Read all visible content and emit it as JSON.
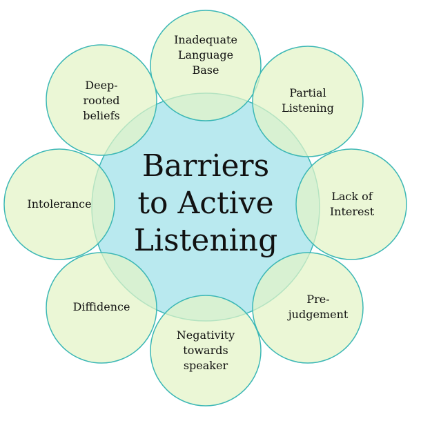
{
  "diagram": {
    "center": {
      "text": "Barriers\nto Active\nListening"
    },
    "petals": [
      {
        "id": "inadequate-language-base",
        "text": "Inadequate\nLanguage\nBase"
      },
      {
        "id": "partial-listening",
        "text": "Partial\nListening"
      },
      {
        "id": "lack-of-interest",
        "text": "Lack of\nInterest"
      },
      {
        "id": "pre-judgement",
        "text": "Pre-\njudgement"
      },
      {
        "id": "negativity-towards-speaker",
        "text": "Negativity\ntowards\nspeaker"
      },
      {
        "id": "diffidence",
        "text": "Diffidence"
      },
      {
        "id": "intolerance",
        "text": "Intolerance"
      },
      {
        "id": "deep-rooted-beliefs",
        "text": "Deep-\nrooted\nbeliefs"
      }
    ],
    "colors": {
      "center_fill": "#b9e9ef",
      "petal_fill": "#e3f4c6",
      "stroke": "#3bb7b5",
      "text": "#111111"
    }
  }
}
